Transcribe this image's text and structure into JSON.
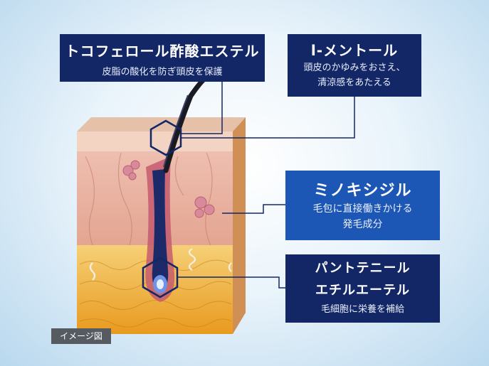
{
  "boxes": {
    "tocopherol": {
      "title": "トコフェロール酢酸エステル",
      "sub": "皮脂の酸化を防ぎ頭皮を保護"
    },
    "menthol": {
      "title": "l-メントール",
      "sub1": "頭皮のかゆみをおさえ、",
      "sub2": "清涼感をあたえる"
    },
    "minoxidil": {
      "title": "ミノキシジル",
      "sub1": "毛包に直接働きかける",
      "sub2": "発毛成分"
    },
    "panto": {
      "title1": "パントテニール",
      "title2": "エチルエーテル",
      "sub": "毛細胞に栄養を補給"
    }
  },
  "caption": "イメージ図",
  "colors": {
    "navy": "#132766",
    "blue": "#1c57b6",
    "skin": "#e8b7a6",
    "fat": "#f2b53a"
  }
}
